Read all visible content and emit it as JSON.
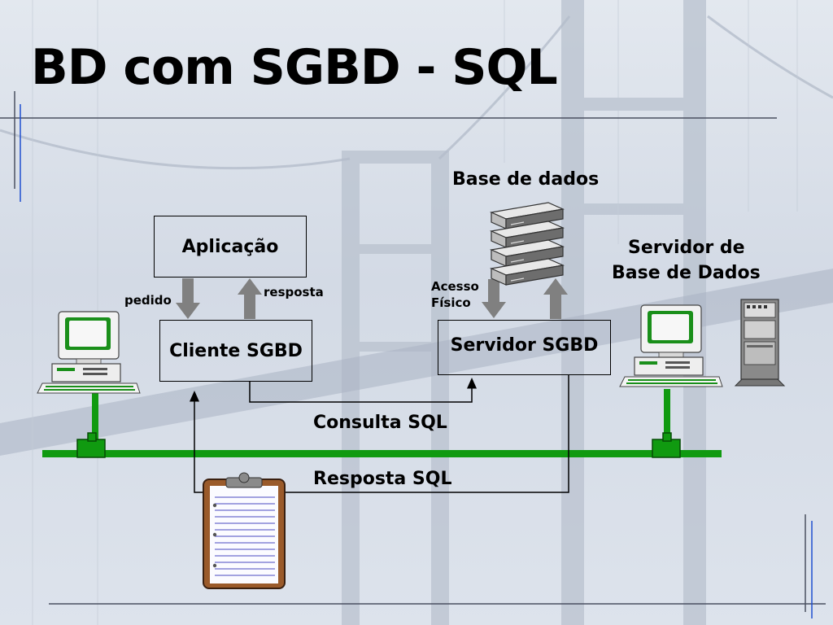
{
  "title": "BD com SGBD - SQL",
  "nodes": {
    "aplicacao": "Aplicação",
    "cliente_sgbd": "Cliente SGBD",
    "servidor_sgbd": "Servidor SGBD"
  },
  "labels": {
    "base_de_dados": "Base de dados",
    "servidor_de": "Servidor de",
    "base_de_dados_2": "Base de Dados",
    "pedido": "pedido",
    "resposta": "resposta",
    "acesso": "Acesso",
    "fisico": "Físico",
    "consulta_sql": "Consulta SQL",
    "resposta_sql": "Resposta SQL"
  },
  "icons": [
    "computer-icon",
    "database-stack-icon",
    "server-tower-icon",
    "clipboard-icon"
  ],
  "colors": {
    "network": "#109a10",
    "arrow": "#808080",
    "screen": "#1a8f1a"
  }
}
